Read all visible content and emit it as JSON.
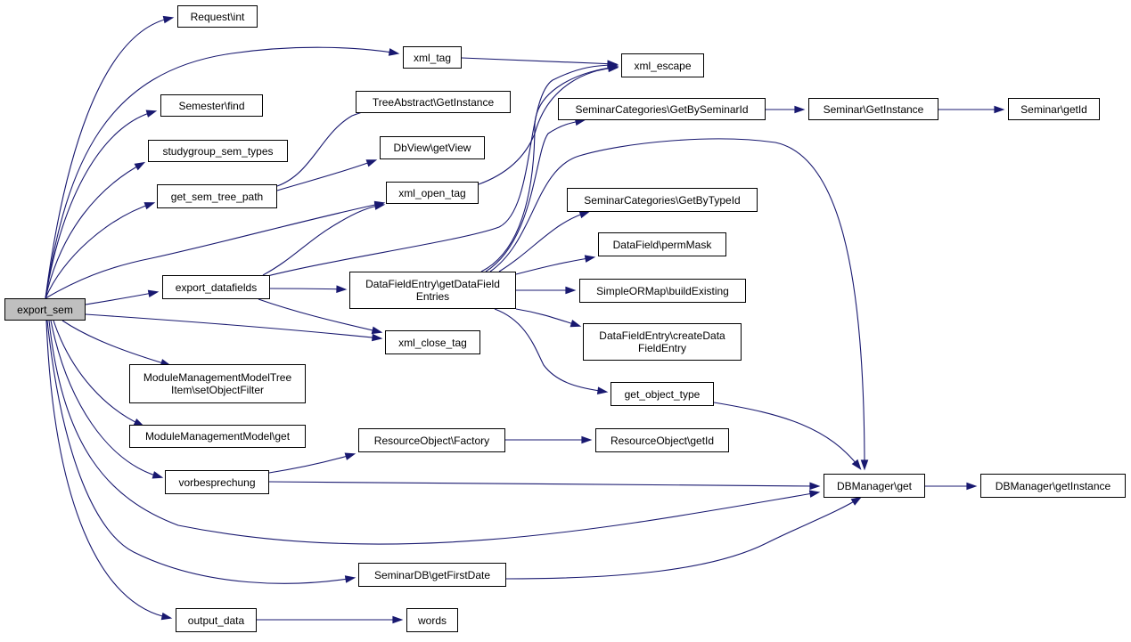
{
  "graph": {
    "root": "export_sem",
    "nodes": [
      {
        "id": "export_sem",
        "lines": [
          "export_sem"
        ]
      },
      {
        "id": "request_int",
        "lines": [
          "Request\\int"
        ]
      },
      {
        "id": "xml_tag",
        "lines": [
          "xml_tag"
        ]
      },
      {
        "id": "xml_escape",
        "lines": [
          "xml_escape"
        ]
      },
      {
        "id": "semester_find",
        "lines": [
          "Semester\\find"
        ]
      },
      {
        "id": "tree_abstract_getinstance",
        "lines": [
          "TreeAbstract\\GetInstance"
        ]
      },
      {
        "id": "seminar_categories_getbyseminarid",
        "lines": [
          "SeminarCategories\\GetBySeminarId"
        ]
      },
      {
        "id": "seminar_getinstance",
        "lines": [
          "Seminar\\GetInstance"
        ]
      },
      {
        "id": "seminar_getid",
        "lines": [
          "Seminar\\getId"
        ]
      },
      {
        "id": "studygroup_sem_types",
        "lines": [
          "studygroup_sem_types"
        ]
      },
      {
        "id": "dbview_getview",
        "lines": [
          "DbView\\getView"
        ]
      },
      {
        "id": "get_sem_tree_path",
        "lines": [
          "get_sem_tree_path"
        ]
      },
      {
        "id": "xml_open_tag",
        "lines": [
          "xml_open_tag"
        ]
      },
      {
        "id": "seminar_categories_getbytypeid",
        "lines": [
          "SeminarCategories\\GetByTypeId"
        ]
      },
      {
        "id": "datafield_permmask",
        "lines": [
          "DataField\\permMask"
        ]
      },
      {
        "id": "export_datafields",
        "lines": [
          "export_datafields"
        ]
      },
      {
        "id": "datafieldentry_getdatafieldentries",
        "lines": [
          "DataFieldEntry\\getDataField",
          "Entries"
        ]
      },
      {
        "id": "simpleormap_buildexisting",
        "lines": [
          "SimpleORMap\\buildExisting"
        ]
      },
      {
        "id": "xml_close_tag",
        "lines": [
          "xml_close_tag"
        ]
      },
      {
        "id": "datafieldentry_createdatafieldentry",
        "lines": [
          "DataFieldEntry\\createData",
          "FieldEntry"
        ]
      },
      {
        "id": "module_tree_item_setobjectfilter",
        "lines": [
          "ModuleManagementModelTree",
          "Item\\setObjectFilter"
        ]
      },
      {
        "id": "get_object_type",
        "lines": [
          "get_object_type"
        ]
      },
      {
        "id": "module_model_get",
        "lines": [
          "ModuleManagementModel\\get"
        ]
      },
      {
        "id": "resourceobject_factory",
        "lines": [
          "ResourceObject\\Factory"
        ]
      },
      {
        "id": "resourceobject_getid",
        "lines": [
          "ResourceObject\\getId"
        ]
      },
      {
        "id": "vorbesprechung",
        "lines": [
          "vorbesprechung"
        ]
      },
      {
        "id": "dbmanager_get",
        "lines": [
          "DBManager\\get"
        ]
      },
      {
        "id": "dbmanager_getinstance",
        "lines": [
          "DBManager\\getInstance"
        ]
      },
      {
        "id": "seminardb_getfirstdate",
        "lines": [
          "SeminarDB\\getFirstDate"
        ]
      },
      {
        "id": "output_data",
        "lines": [
          "output_data"
        ]
      },
      {
        "id": "words",
        "lines": [
          "words"
        ]
      }
    ],
    "edges": [
      [
        "export_sem",
        "request_int"
      ],
      [
        "export_sem",
        "xml_tag"
      ],
      [
        "export_sem",
        "semester_find"
      ],
      [
        "export_sem",
        "studygroup_sem_types"
      ],
      [
        "export_sem",
        "get_sem_tree_path"
      ],
      [
        "export_sem",
        "xml_open_tag"
      ],
      [
        "export_sem",
        "export_datafields"
      ],
      [
        "export_sem",
        "xml_close_tag"
      ],
      [
        "export_sem",
        "module_tree_item_setobjectfilter"
      ],
      [
        "export_sem",
        "module_model_get"
      ],
      [
        "export_sem",
        "vorbesprechung"
      ],
      [
        "export_sem",
        "dbmanager_get"
      ],
      [
        "export_sem",
        "seminardb_getfirstdate"
      ],
      [
        "export_sem",
        "output_data"
      ],
      [
        "xml_tag",
        "xml_escape"
      ],
      [
        "get_sem_tree_path",
        "tree_abstract_getinstance"
      ],
      [
        "get_sem_tree_path",
        "dbview_getview"
      ],
      [
        "xml_open_tag",
        "xml_escape"
      ],
      [
        "export_datafields",
        "xml_open_tag"
      ],
      [
        "export_datafields",
        "xml_escape"
      ],
      [
        "export_datafields",
        "datafieldentry_getdatafieldentries"
      ],
      [
        "export_datafields",
        "xml_close_tag"
      ],
      [
        "datafieldentry_getdatafieldentries",
        "xml_escape"
      ],
      [
        "datafieldentry_getdatafieldentries",
        "seminar_categories_getbyseminarid"
      ],
      [
        "datafieldentry_getdatafieldentries",
        "dbmanager_get"
      ],
      [
        "datafieldentry_getdatafieldentries",
        "seminar_categories_getbytypeid"
      ],
      [
        "datafieldentry_getdatafieldentries",
        "datafield_permmask"
      ],
      [
        "datafieldentry_getdatafieldentries",
        "simpleormap_buildexisting"
      ],
      [
        "datafieldentry_getdatafieldentries",
        "datafieldentry_createdatafieldentry"
      ],
      [
        "datafieldentry_getdatafieldentries",
        "get_object_type"
      ],
      [
        "seminar_categories_getbyseminarid",
        "seminar_getinstance"
      ],
      [
        "seminar_getinstance",
        "seminar_getid"
      ],
      [
        "get_object_type",
        "dbmanager_get"
      ],
      [
        "vorbesprechung",
        "resourceobject_factory"
      ],
      [
        "vorbesprechung",
        "dbmanager_get"
      ],
      [
        "resourceobject_factory",
        "resourceobject_getid"
      ],
      [
        "dbmanager_get",
        "dbmanager_getinstance"
      ],
      [
        "seminardb_getfirstdate",
        "dbmanager_get"
      ],
      [
        "output_data",
        "words"
      ]
    ],
    "colors": {
      "edge": "#191970",
      "node_border": "#000000",
      "node_fill": "#ffffff",
      "root_fill": "#bfbfbf"
    }
  }
}
